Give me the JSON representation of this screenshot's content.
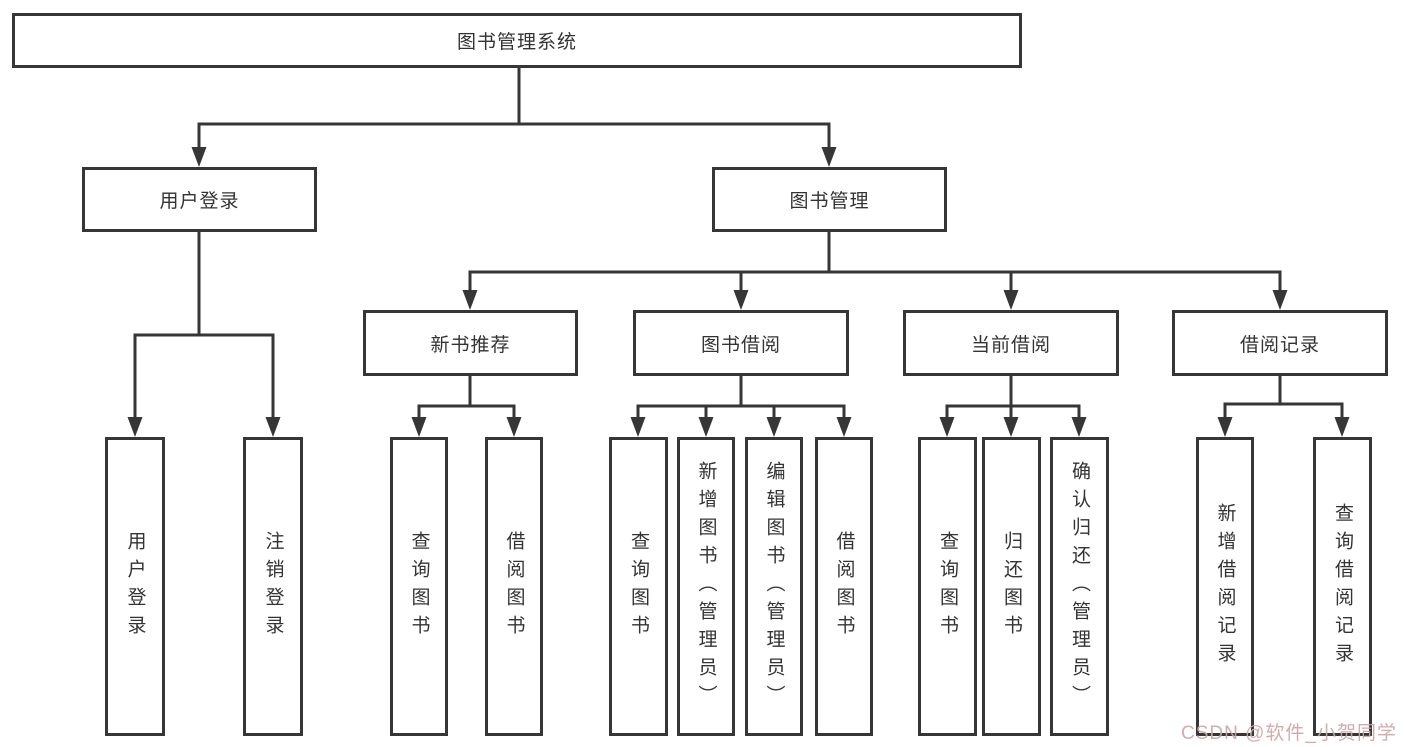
{
  "diagram_title": "图书管理系统",
  "tree": {
    "label": "图书管理系统",
    "children": [
      {
        "label": "用户登录",
        "children": [
          {
            "label": "用户登录"
          },
          {
            "label": "注销登录"
          }
        ]
      },
      {
        "label": "图书管理",
        "children": [
          {
            "label": "新书推荐",
            "children": [
              {
                "label": "查询图书"
              },
              {
                "label": "借阅图书"
              }
            ]
          },
          {
            "label": "图书借阅",
            "children": [
              {
                "label": "查询图书"
              },
              {
                "label": "新增图书（管理员）"
              },
              {
                "label": "编辑图书（管理员）"
              },
              {
                "label": "借阅图书"
              }
            ]
          },
          {
            "label": "当前借阅",
            "children": [
              {
                "label": "查询图书"
              },
              {
                "label": "归还图书"
              },
              {
                "label": "确认归还（管理员）"
              }
            ]
          },
          {
            "label": "借阅记录",
            "children": [
              {
                "label": "新增借阅记录"
              },
              {
                "label": "查询借阅记录"
              }
            ]
          }
        ]
      }
    ]
  },
  "watermark": {
    "text": "CSDN @软件_小贺同学",
    "color": "#cda6a6"
  },
  "colors": {
    "line": "#363636",
    "box_border": "#363636",
    "text": "#333333",
    "background": "#ffffff"
  }
}
